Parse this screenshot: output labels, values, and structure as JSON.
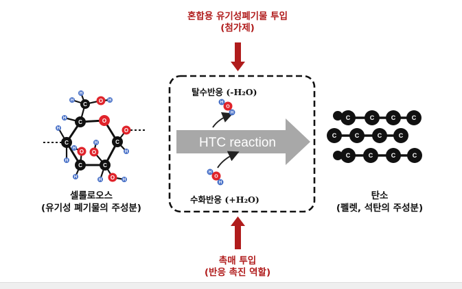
{
  "top_input": {
    "line1": "혼합용 유기성폐기물 투입",
    "line2": "(첨가제)"
  },
  "bottom_input": {
    "line1": "촉매 투입",
    "line2": "(반응 촉진 역할)"
  },
  "reactor": {
    "arrow_label": "HTC reaction",
    "dehydration_label": "탈수반응",
    "dehydration_formula": "(-H₂O)",
    "hydration_label": "수화반응",
    "hydration_formula": "(+H₂O)"
  },
  "left_molecule": {
    "name": "셀룰로오스",
    "description": "(유기성 폐기물의 주성분)",
    "ring_atoms": [
      "C",
      "O",
      "C",
      "C",
      "C",
      "C"
    ],
    "hydrogen_letter": "H"
  },
  "right_product": {
    "name": "탄소",
    "description": "(펠렛, 석탄의 주성분)",
    "carbon_letter": "C"
  },
  "colors": {
    "label_red": "#b01c1c",
    "arrow_red": "#b01c1c",
    "carbon": "#111111",
    "oxygen": "#e0242b",
    "hydrogen": "#4a72c8",
    "htc_arrow": "#a8a8a8"
  }
}
